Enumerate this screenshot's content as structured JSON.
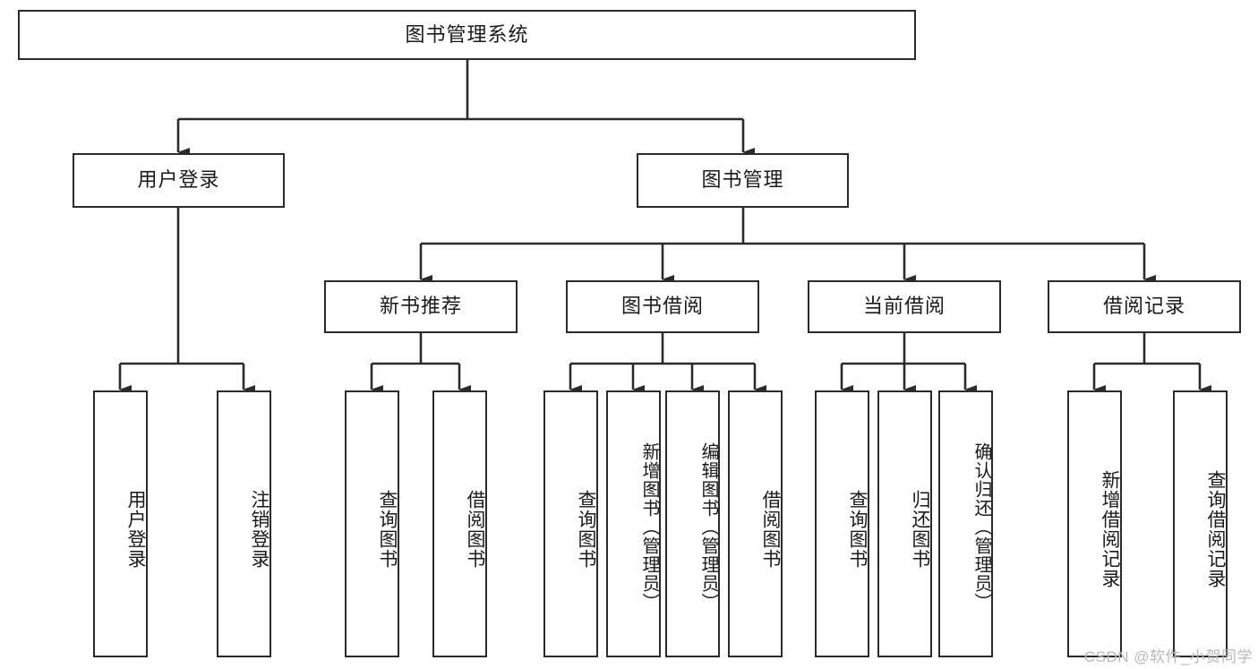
{
  "diagram": {
    "type": "tree",
    "title": "图书管理系统",
    "watermark": "CSDN @软件_小贺同学",
    "colors": {
      "border": "#2b2b2b",
      "background": "#ffffff",
      "text": "#1a1a1a",
      "watermark": "#b9b9b9"
    },
    "nodes": {
      "root": {
        "label": "图书管理系统",
        "orientation": "horizontal"
      },
      "user_login": {
        "label": "用户登录",
        "orientation": "horizontal"
      },
      "book_manage": {
        "label": "图书管理",
        "orientation": "horizontal"
      },
      "new_book_rec": {
        "label": "新书推荐",
        "orientation": "horizontal"
      },
      "book_borrow": {
        "label": "图书借阅",
        "orientation": "horizontal"
      },
      "current_borrow": {
        "label": "当前借阅",
        "orientation": "horizontal"
      },
      "borrow_record": {
        "label": "借阅记录",
        "orientation": "horizontal"
      },
      "leaf_user_login": {
        "label": "用户登录",
        "orientation": "vertical"
      },
      "leaf_logout": {
        "label": "注销登录",
        "orientation": "vertical"
      },
      "leaf_query_book_rec": {
        "label": "查询图书",
        "orientation": "vertical"
      },
      "leaf_borrow_book_rec": {
        "label": "借阅图书",
        "orientation": "vertical"
      },
      "leaf_query_book_borrow": {
        "label": "查询图书",
        "orientation": "vertical"
      },
      "leaf_add_book": {
        "label": "新增图书（管理员）",
        "orientation": "vertical"
      },
      "leaf_edit_book": {
        "label": "编辑图书（管理员）",
        "orientation": "vertical"
      },
      "leaf_borrow_book": {
        "label": "借阅图书",
        "orientation": "vertical"
      },
      "leaf_query_book_cur": {
        "label": "查询图书",
        "orientation": "vertical"
      },
      "leaf_return_book": {
        "label": "归还图书",
        "orientation": "vertical"
      },
      "leaf_confirm_return": {
        "label": "确认归还（管理员）",
        "orientation": "vertical"
      },
      "leaf_add_record": {
        "label": "新增借阅记录",
        "orientation": "vertical"
      },
      "leaf_query_record": {
        "label": "查询借阅记录",
        "orientation": "vertical"
      }
    },
    "edges": [
      {
        "from": "root",
        "to": "user_login"
      },
      {
        "from": "root",
        "to": "book_manage"
      },
      {
        "from": "user_login",
        "to": "leaf_user_login"
      },
      {
        "from": "user_login",
        "to": "leaf_logout"
      },
      {
        "from": "book_manage",
        "to": "new_book_rec"
      },
      {
        "from": "book_manage",
        "to": "book_borrow"
      },
      {
        "from": "book_manage",
        "to": "current_borrow"
      },
      {
        "from": "book_manage",
        "to": "borrow_record"
      },
      {
        "from": "new_book_rec",
        "to": "leaf_query_book_rec"
      },
      {
        "from": "new_book_rec",
        "to": "leaf_borrow_book_rec"
      },
      {
        "from": "book_borrow",
        "to": "leaf_query_book_borrow"
      },
      {
        "from": "book_borrow",
        "to": "leaf_add_book"
      },
      {
        "from": "book_borrow",
        "to": "leaf_edit_book"
      },
      {
        "from": "book_borrow",
        "to": "leaf_borrow_book"
      },
      {
        "from": "current_borrow",
        "to": "leaf_query_book_cur"
      },
      {
        "from": "current_borrow",
        "to": "leaf_return_book"
      },
      {
        "from": "current_borrow",
        "to": "leaf_confirm_return"
      },
      {
        "from": "borrow_record",
        "to": "leaf_add_record"
      },
      {
        "from": "borrow_record",
        "to": "leaf_query_record"
      }
    ]
  }
}
